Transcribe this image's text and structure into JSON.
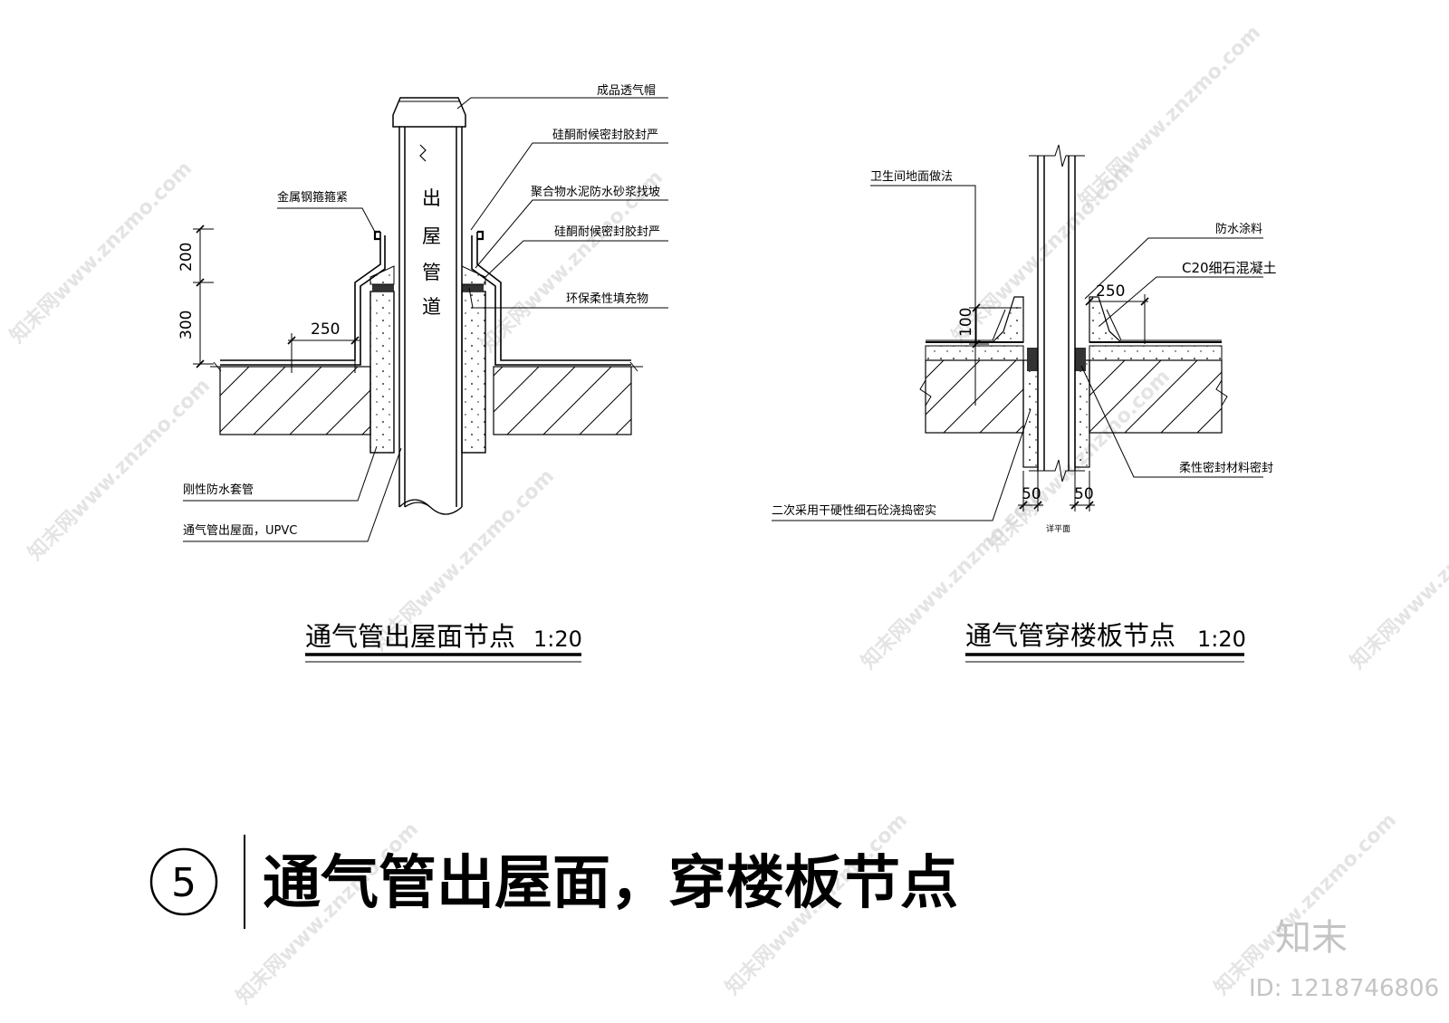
{
  "left_detail": {
    "title": "通气管出屋面节点",
    "scale": "1:20",
    "pipe_text": [
      "出",
      "屋",
      "管",
      "道"
    ],
    "dims": {
      "d200": "200",
      "d300": "300",
      "d250": "250"
    },
    "labels": {
      "cap": "成品透气帽",
      "seal1": "硅酮耐候密封胶封严",
      "mortar": "聚合物水泥防水砂浆找坡",
      "seal2": "硅酮耐候密封胶封严",
      "filler": "环保柔性填充物",
      "hoop": "金属钢箍箍紧",
      "sleeve": "刚性防水套管",
      "pipe": "通气管出屋面，UPVC"
    }
  },
  "right_detail": {
    "title": "通气管穿楼板节点",
    "scale": "1:20",
    "dims": {
      "d100": "100",
      "d250": "250",
      "d50a": "50",
      "d50b": "50"
    },
    "labels": {
      "floor": "卫生间地面做法",
      "coating": "防水涂料",
      "concrete": "C20细石混凝土",
      "flexseal": "柔性密封材料密封",
      "secondary": "二次采用干硬性细石砼浇捣密实",
      "detail": "详平面"
    }
  },
  "footer": {
    "number": "5",
    "heading": "通气管出屋面，穿楼板节点"
  },
  "branding": {
    "logo": "知末",
    "id": "ID: 1218746806",
    "watermark": "知末网www.znzmo.com"
  }
}
